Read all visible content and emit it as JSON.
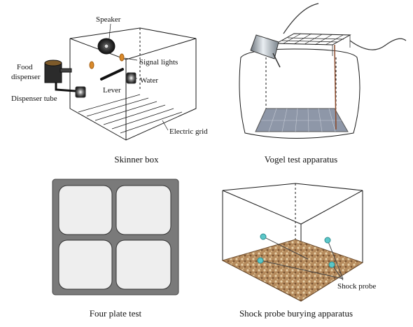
{
  "panels": [
    {
      "caption": "Skinner box",
      "labels": {
        "speaker": "Speaker",
        "food_dispenser_1": "Food",
        "food_dispenser_2": "dispenser",
        "signal_lights": "Signal lights",
        "water": "Water",
        "lever": "Lever",
        "dispenser_tube": "Dispenser tube",
        "electric_grid": "Electric grid"
      }
    },
    {
      "caption": "Vogel test apparatus"
    },
    {
      "caption": "Four plate test"
    },
    {
      "caption": "Shock probe burying apparatus",
      "labels": {
        "shock_probe": "Shock probe"
      }
    }
  ],
  "colors": {
    "line": "#1a1a1a",
    "signal_light": "#d98a2b",
    "plate_frame": "#7a7a7a",
    "plate_tile": "#eeeeee",
    "grid_floor": "#8e97a8",
    "probe_ball": "#5bc7c9",
    "bedding": "#b58a5c",
    "spout": "#9ea7b1"
  },
  "icons": [
    "speaker-icon",
    "food-dispenser-icon",
    "water-bottle-icon"
  ]
}
